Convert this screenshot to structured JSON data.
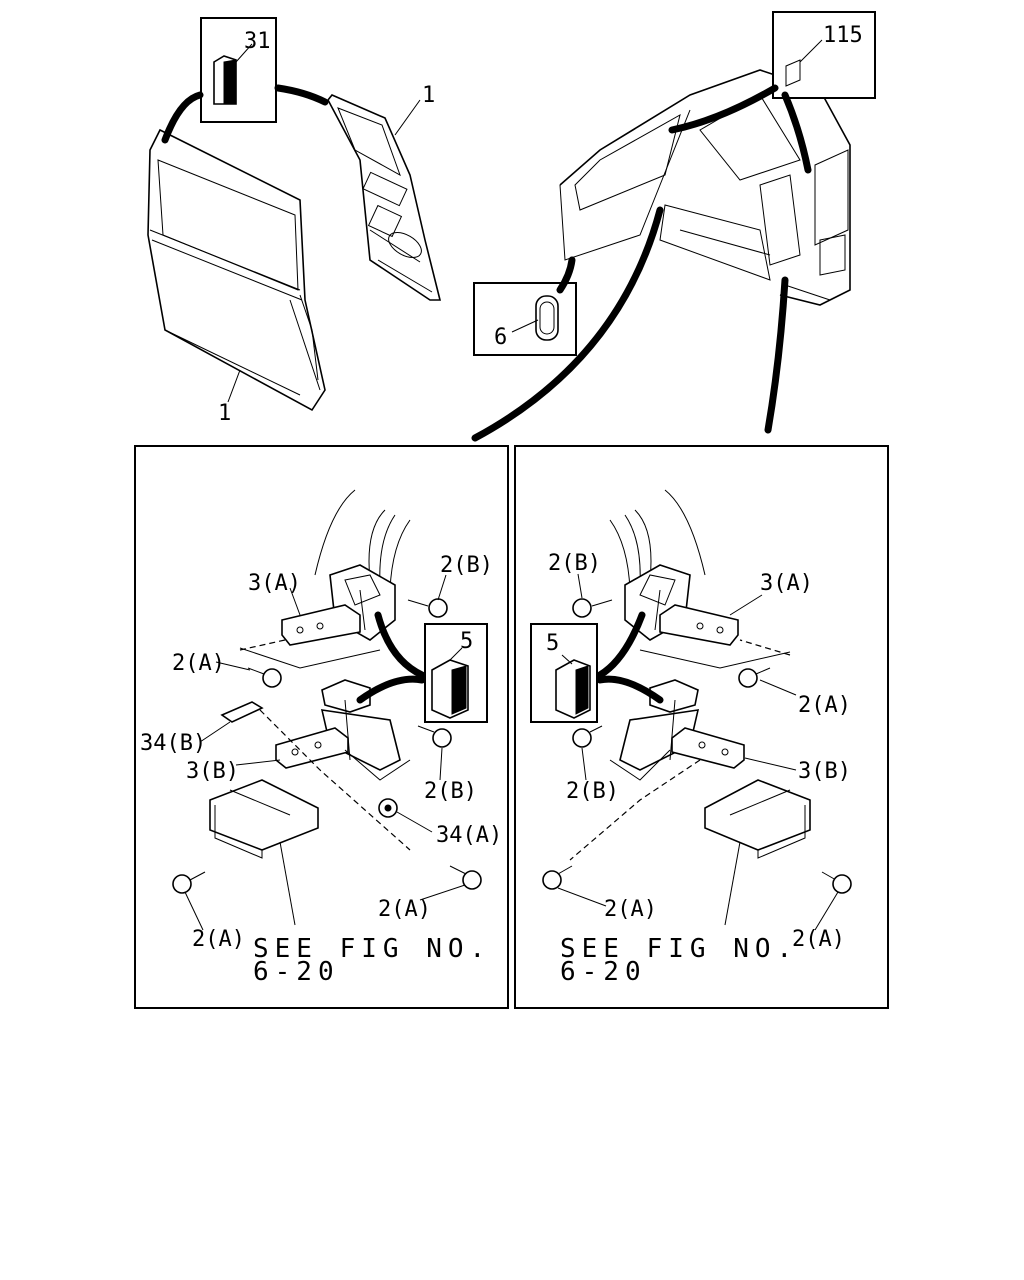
{
  "callouts": {
    "c31": "31",
    "c1_top": "1",
    "c1_bottom": "1",
    "c115": "115",
    "c6": "6",
    "left_3a": "3(A)",
    "left_2b_top": "2(B)",
    "left_5": "5",
    "left_2a_mid": "2(A)",
    "left_34b": "34(B)",
    "left_3b": "3(B)",
    "left_2b_bottom": "2(B)",
    "left_34a": "34(A)",
    "left_2a_right": "2(A)",
    "left_2a_bottom": "2(A)",
    "right_2b_top": "2(B)",
    "right_3a": "3(A)",
    "right_5": "5",
    "right_2a_mid": "2(A)",
    "right_2b_bottom": "2(B)",
    "right_3b": "3(B)",
    "right_2a_left": "2(A)",
    "right_2a_bottom": "2(A)"
  },
  "notes": {
    "left_see_line1": "SEE FIG NO.",
    "left_see_line2": "6-20",
    "right_see_line1": "SEE FIG NO.",
    "right_see_line2": "6-20"
  },
  "colors": {
    "ink": "#000000",
    "paper": "#ffffff"
  }
}
